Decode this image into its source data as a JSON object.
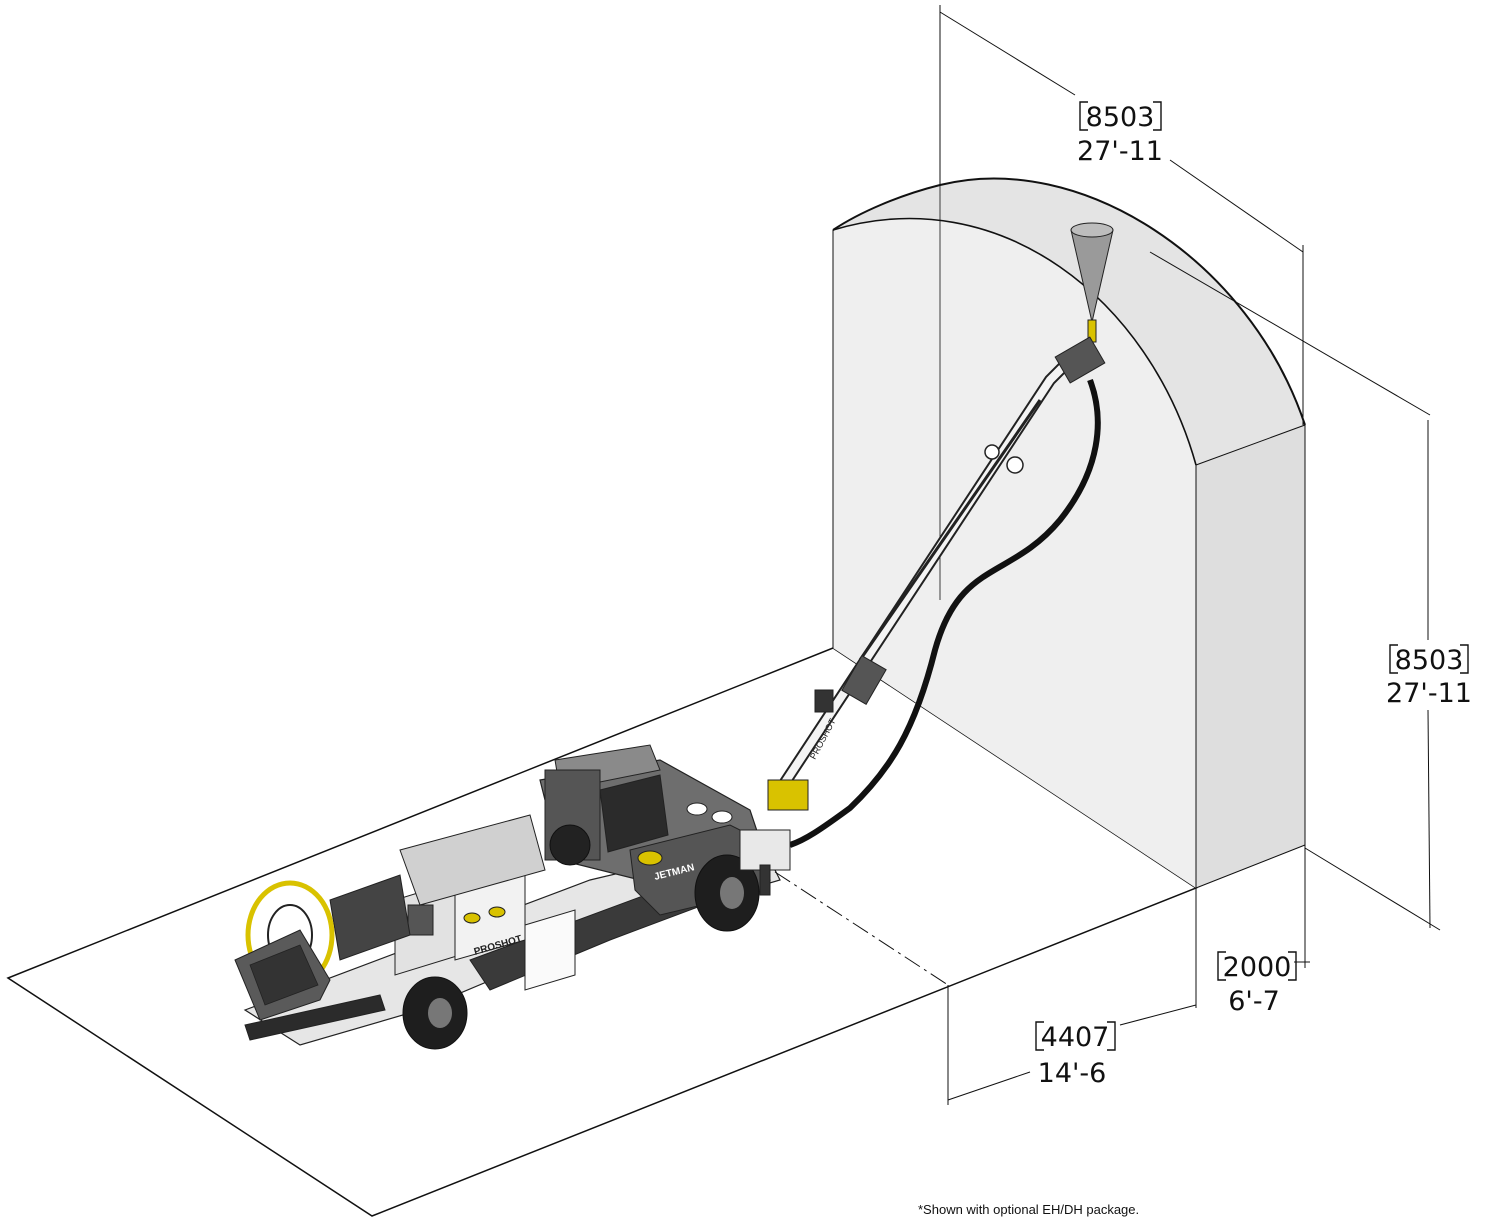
{
  "dimensions": {
    "tunnel_width": {
      "metric": "8503",
      "imperial": "27'-11"
    },
    "tunnel_height": {
      "metric": "8503",
      "imperial": "27'-11"
    },
    "wall_depth": {
      "metric": "2000",
      "imperial": "6'-7"
    },
    "machine_offset": {
      "metric": "4407",
      "imperial": "14'-6"
    }
  },
  "machine": {
    "brand_label": "JETMAN",
    "model_label": "PROSHOT",
    "boom_label": "PROSHOT"
  },
  "footnote": "*Shown with optional EH/DH package.",
  "colors": {
    "wall_fill": "#e9e9e9",
    "line": "#111111",
    "accent_yellow": "#d9c200",
    "machine_dark": "#2b2b2b"
  }
}
